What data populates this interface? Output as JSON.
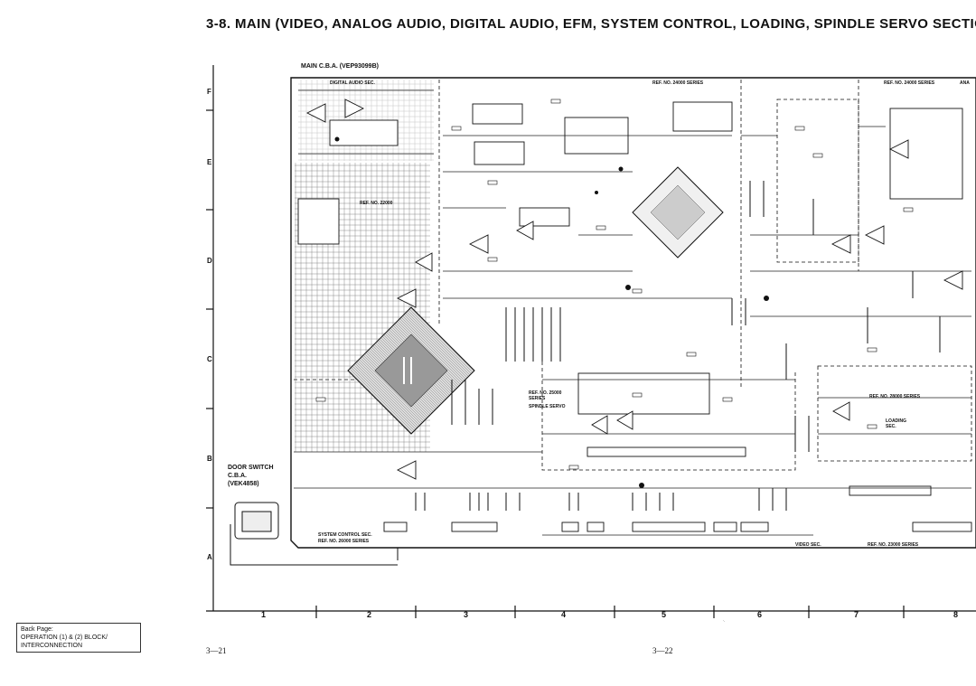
{
  "title": "3-8. MAIN (VIDEO, ANALOG AUDIO, DIGITAL AUDIO, EFM, SYSTEM CONTROL, LOADING, SPINDLE SERVO SECTIO",
  "board_label": "MAIN C.B.A. (VEP93099B)",
  "row_labels": [
    "F",
    "E",
    "D",
    "C",
    "B",
    "A"
  ],
  "column_labels": [
    "1",
    "2",
    "3",
    "4",
    "5",
    "6",
    "7",
    "8"
  ],
  "section_labels": {
    "digital_audio": "DIGITAL AUDIO SEC.",
    "ref_24000_a": "REF. NO. 24000 SERIES",
    "ref_24000_b": "REF. NO. 24000 SERIES",
    "ana": "ANA",
    "ref_22000": "REF. NO. 22000",
    "ref_25000": "REF. NO. 25000 SERIES",
    "spindle_servo": "SPINDLE SERVO",
    "ref_28000": "REF. NO. 28000 SERIES",
    "loading": "LOADING SEC.",
    "system_control": "SYSTEM CONTROL SEC.",
    "ref_26000": "REF. NO. 26000 SERIES",
    "video": "VIDEO SEC.",
    "ref_23000": "REF. NO. 23000 SERIES"
  },
  "door_switch": [
    "DOOR SWITCH",
    "C.B.A.",
    "(VEK4858)"
  ],
  "back_page": [
    "Back Page:",
    "OPERATION (1) & (2) BLOCK/",
    "INTERCONNECTION"
  ],
  "page_numbers": [
    "3—21",
    "3—22"
  ]
}
